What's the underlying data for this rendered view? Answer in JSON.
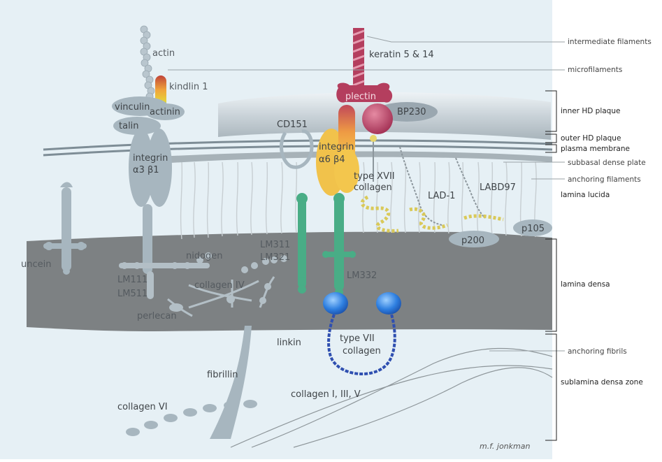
{
  "colors": {
    "background": "#e6f0f5",
    "lamina_densa": "#7d8183",
    "plaque": "#d5dde2",
    "membrane": "#7e8d96",
    "component_grey": "#a7b6bf",
    "keratin": "#b43e5e",
    "integrin_b4": "#f1c24b",
    "laminin_green": "#49ad86",
    "collagen_vii": "#2f4fb0",
    "anchoring_yellow": "#d9d37a"
  },
  "icons": [
    "keratin-helix-icon",
    "kindlin-icon",
    "laminin-cross-icon",
    "type-vii-globular-heads-icon"
  ],
  "labels": {
    "actin": "actin",
    "kindlin": "kindlin 1",
    "vinculin": "vinculin",
    "actinin": "actinin",
    "talin": "talin",
    "integrin_a3b1_line1": "integrin",
    "integrin_a3b1_line2": "α3  β1",
    "keratin": "keratin 5 & 14",
    "plectin": "plectin",
    "bp230": "BP230",
    "cd151": "CD151",
    "integrin_a6b4_line1": "integrin",
    "integrin_a6b4_line2": "α6  β4",
    "type_xvii_line1": "type XVII",
    "type_xvii_line2": "collagen",
    "lad1": "LAD-1",
    "labd97": "LABD97",
    "p105": "p105",
    "p200": "p200",
    "uncein": "uncein",
    "nidogen": "nidogen",
    "lm311": "LM311",
    "lm321": "LM321",
    "lm332": "LM332",
    "lm111": "LM111",
    "lm511": "LM511",
    "collagen_iv": "collagen IV",
    "perlecan": "perlecan",
    "linkin": "linkin",
    "type_vii_line1": "type VII",
    "type_vii_line2": "collagen",
    "fibrillin": "fibrillin",
    "collagen_vi": "collagen VI",
    "collagen_i_iii_v": "collagen I, III, V"
  },
  "legend": {
    "intermediate_filaments": "intermediate filaments",
    "microfilaments": "microfilaments",
    "inner_hd_plaque": "inner HD plaque",
    "outer_hd_plaque": "outer HD plaque",
    "plasma_membrane": "plasma membrane",
    "subbasal_dense_plate": "subbasal dense plate",
    "anchoring_filaments": "anchoring filaments",
    "lamina_lucida": "lamina lucida",
    "lamina_densa": "lamina densa",
    "anchoring_fibrils": "anchoring fibrils",
    "sublamina_densa_zone": "sublamina densa zone"
  },
  "credit": "m.f. jonkman"
}
